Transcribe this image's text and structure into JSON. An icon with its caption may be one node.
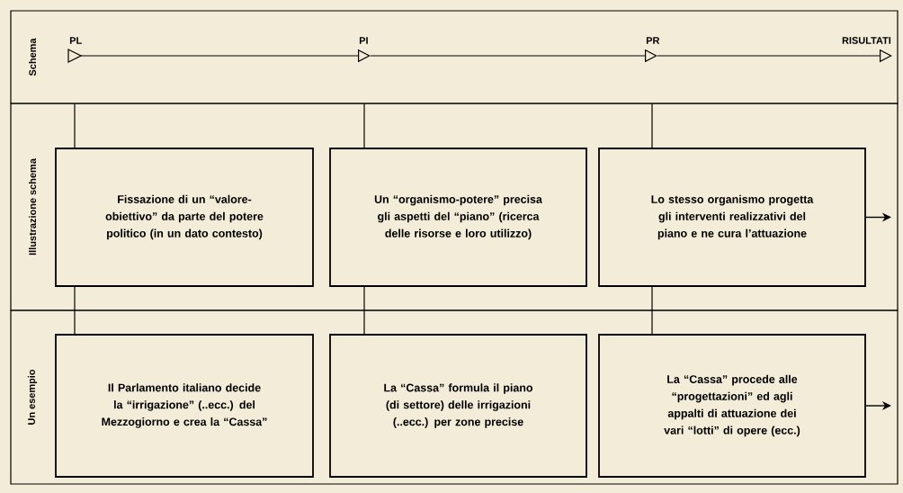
{
  "diagram": {
    "nodes": [
      {
        "text": [
          "Schema"
        ]
      },
      {
        "text": [
          "PL"
        ],
        "in": 0
      },
      {
        "text": [
          "PI"
        ],
        "in": 0
      },
      {
        "text": [
          "PR"
        ],
        "in": 0
      },
      {
        "text": [
          "RISULTATI"
        ],
        "in": 0
      },
      {
        "text": [
          "Illustrazione schema"
        ]
      },
      {
        "text": [
          "Fissazione di un “valore-obiettivo” da parte del potere politico (in un dato contesto)"
        ],
        "in": 5
      },
      {
        "text": [
          "Un “organismo-potere” precisa gli aspetti del “piano” (ricerca delle risorse e loro utilizzo)"
        ],
        "in": 5
      },
      {
        "text": [
          "Lo stesso organismo progetta gli interventi realizzativi del piano e ne cura l’attuazione"
        ],
        "in": 5
      },
      {
        "text": [
          "Un esempio"
        ]
      },
      {
        "text": [
          "Il Parlamento italiano decide la “irrigazione” (..ecc.) del Mezzogiorno e crea la “Cassa”"
        ],
        "in": 9
      },
      {
        "text": [
          "La “Cassa” formula il piano (di settore) delle irrigazioni (..ecc.) per zone precise"
        ],
        "in": 9
      },
      {
        "text": [
          "La “Cassa” procede alle “progettazioni” ed agli appalti di attuazione dei vari “lotti” di opere (ecc.)"
        ],
        "in": 9
      }
    ],
    "edges": [
      {
        "from": 1,
        "to": 2,
        "arrow": "to"
      },
      {
        "from": 2,
        "to": 3,
        "arrow": "to"
      },
      {
        "from": 3,
        "to": 4,
        "arrow": "to"
      },
      {
        "from": 0,
        "to": 6,
        "arrow": "none"
      },
      {
        "from": 0,
        "to": 7,
        "arrow": "none"
      },
      {
        "from": 0,
        "to": 8,
        "arrow": "none"
      },
      {
        "from": 6,
        "to": 10,
        "arrow": "none"
      },
      {
        "from": 7,
        "to": 11,
        "arrow": "none"
      },
      {
        "from": 8,
        "to": 12,
        "arrow": "none"
      },
      {
        "from": 8,
        "to": null,
        "arrow": "to"
      },
      {
        "from": 12,
        "to": null,
        "arrow": "to"
      }
    ]
  }
}
